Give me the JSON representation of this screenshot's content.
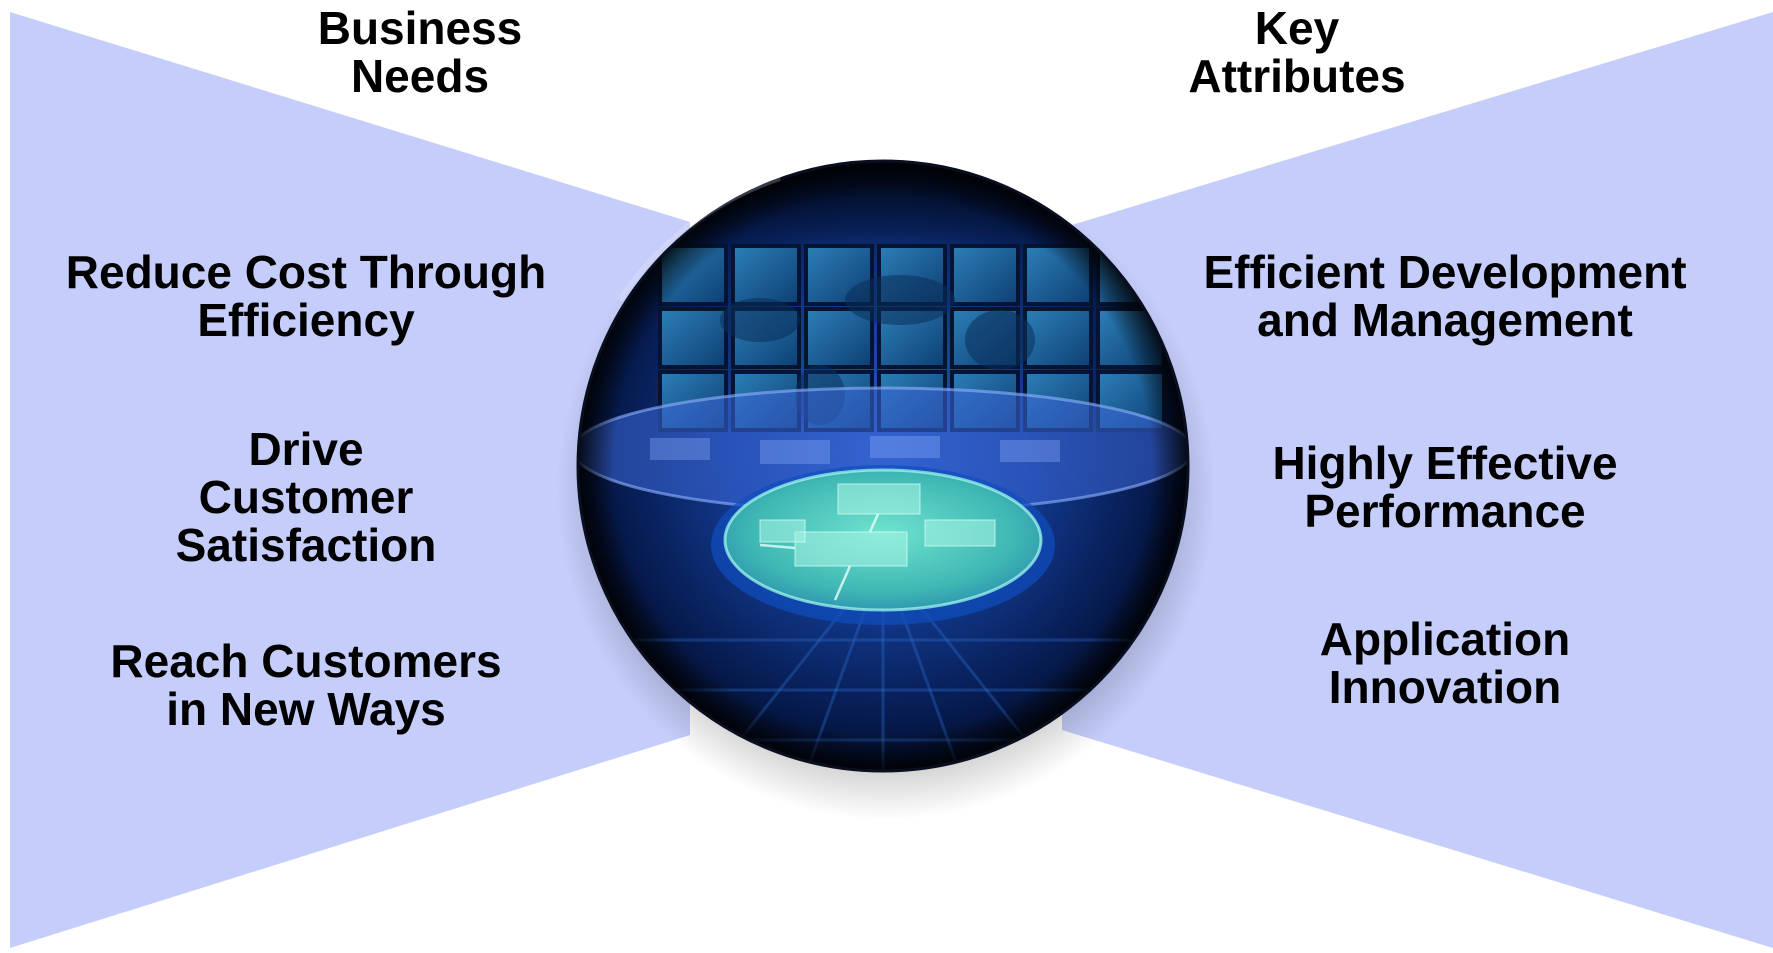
{
  "diagram": {
    "left": {
      "heading": "Business\nNeeds",
      "items": [
        "Reduce Cost Through\nEfficiency",
        "Drive\nCustomer\nSatisfaction",
        "Reach Customers\nin New Ways"
      ]
    },
    "right": {
      "heading": "Key\nAttributes",
      "items": [
        "Efficient Development\nand Management",
        "Highly Effective\nPerformance",
        "Application\nInnovation"
      ]
    },
    "center_image": "globe-monitor-wall-image"
  },
  "colors": {
    "wing_fill": "#c5cdfa",
    "text": "#000000",
    "globe_dark": "#030a24",
    "globe_blue": "#1b3f9a",
    "platform_teal": "#4fcfc0"
  }
}
